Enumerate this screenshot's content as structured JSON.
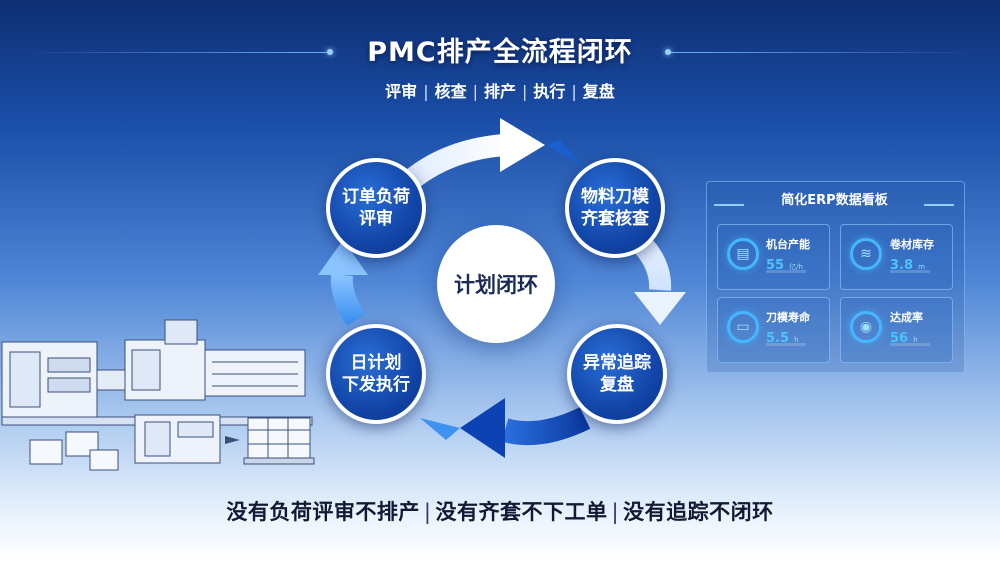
{
  "header": {
    "title": "PMC排产全流程闭环",
    "steps": [
      "评审",
      "核查",
      "排产",
      "执行",
      "复盘"
    ]
  },
  "cycle": {
    "center_label": "计划闭环",
    "nodes": [
      {
        "line1": "订单负荷",
        "line2": "评审"
      },
      {
        "line1": "物料刀模",
        "line2": "齐套核查"
      },
      {
        "line1": "异常追踪",
        "line2": "复盘"
      },
      {
        "line1": "日计划",
        "line2": "下发执行"
      }
    ]
  },
  "dashboard": {
    "title": "简化ERP数据看板",
    "cards": [
      {
        "label": "机台产能",
        "value": "55",
        "unit": "亿/h",
        "icon": "machine-icon"
      },
      {
        "label": "卷材库存",
        "value": "3.8",
        "unit": "m",
        "icon": "stack-icon"
      },
      {
        "label": "刀模寿命",
        "value": "5.5",
        "unit": "h",
        "icon": "box-icon"
      },
      {
        "label": "达成率",
        "value": "56",
        "unit": "h",
        "icon": "target-icon"
      }
    ]
  },
  "footer": {
    "slogans": [
      "没有负荷评审不排产",
      "没有齐套不下工单",
      "没有追踪不闭环"
    ]
  },
  "colors": {
    "primary_blue": "#1245a8",
    "accent_cyan": "#45b7ff",
    "text_dark": "#121a33"
  }
}
